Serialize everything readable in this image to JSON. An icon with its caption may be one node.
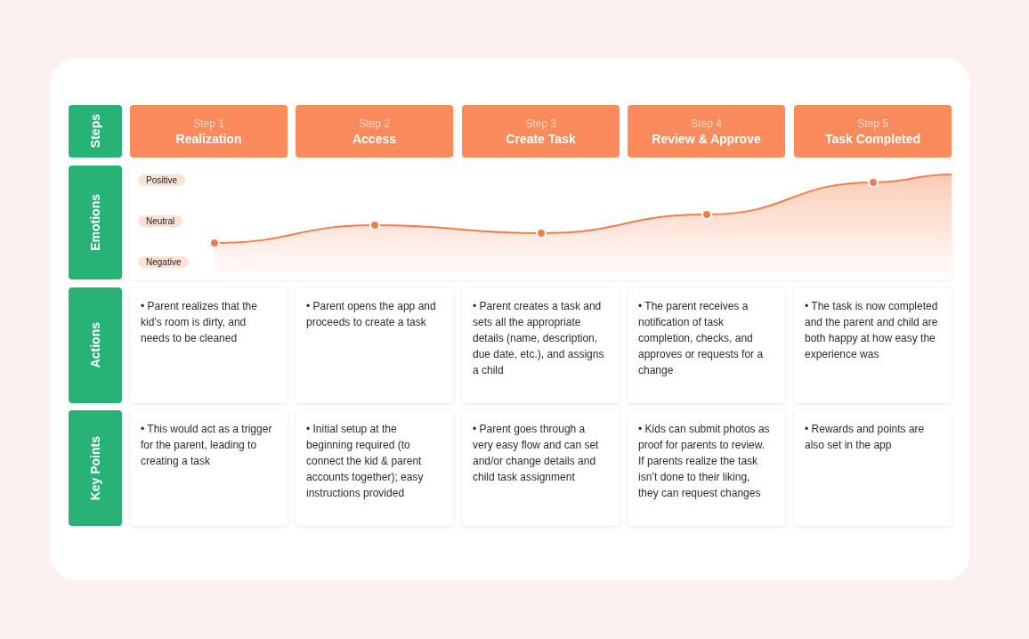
{
  "diagram": {
    "nodes": [
      {
        "text": [
          "Steps"
        ]
      },
      {
        "text": [
          "Step 1",
          "Realization"
        ]
      },
      {
        "text": [
          "Step 2",
          "Access"
        ]
      },
      {
        "text": [
          "Step 3",
          "Create Task"
        ]
      },
      {
        "text": [
          "Step 4",
          "Review & Approve"
        ]
      },
      {
        "text": [
          "Step 5",
          "Task Completed"
        ]
      },
      {
        "text": [
          "Emotions"
        ]
      },
      {
        "text": [],
        "shape": "box"
      },
      {
        "text": [
          "Positive"
        ],
        "in": 7
      },
      {
        "text": [
          "Neutral"
        ],
        "in": 7
      },
      {
        "text": [
          "Negative"
        ],
        "in": 7
      },
      {
        "text": [
          "Actions"
        ]
      },
      {
        "text": [
          "• Parent realizes that the kid’s room is dirty, and needs to be cleaned"
        ]
      },
      {
        "text": [
          "• Parent opens the app and proceeds to create a task"
        ]
      },
      {
        "text": [
          "• Parent creates a task and sets all the appropriate details (name, description, due date, etc.), and assigns a child"
        ]
      },
      {
        "text": [
          "• The parent receives a notification of task completion, checks, and approves or requests for a change"
        ]
      },
      {
        "text": [
          "• The task is now completed and the parent and child are both happy at how easy the experience was"
        ]
      },
      {
        "text": [
          "Key Points"
        ]
      },
      {
        "text": [
          "• This would act as a trigger for the parent, leading to creating a task"
        ]
      },
      {
        "text": [
          "• Initial setup at the beginning required (to connect the kid & parent accounts together); easy instructions provided"
        ]
      },
      {
        "text": [
          "• Parent goes through a very easy flow and can set and/or change details and child task assignment"
        ]
      },
      {
        "text": [
          "• Kids can submit photos as proof for parents to review. If parents realize the task isn’t done to their liking, they can request changes"
        ]
      },
      {
        "text": [
          "• Rewards and points are also set in the app"
        ]
      }
    ]
  }
}
